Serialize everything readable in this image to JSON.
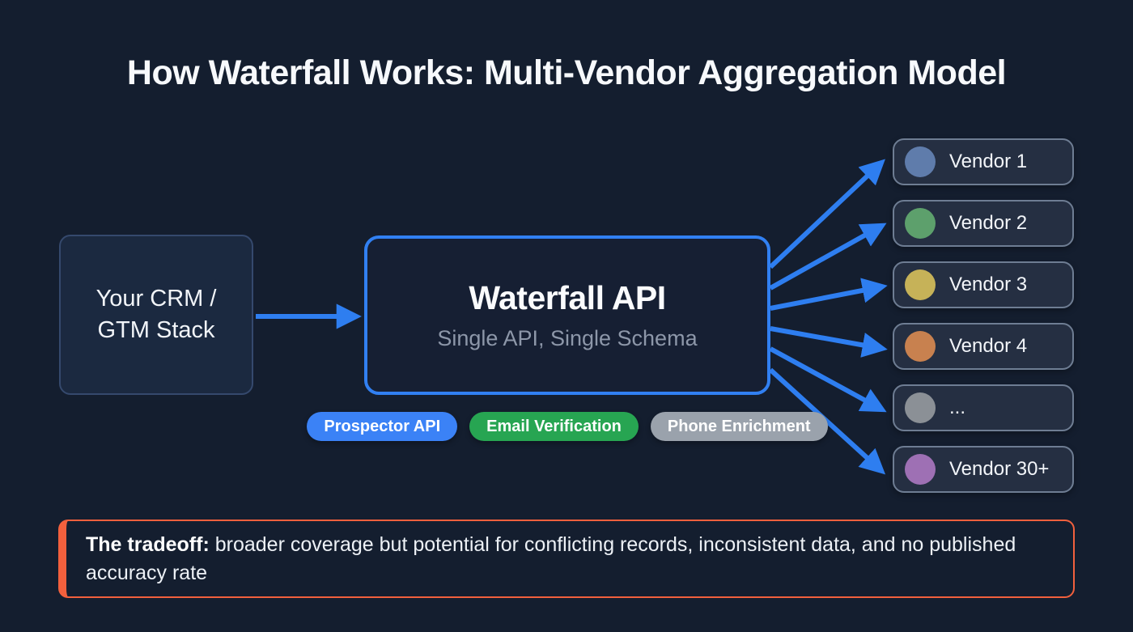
{
  "title": "How Waterfall Works: Multi-Vendor Aggregation Model",
  "source_box": {
    "label": "Your CRM / GTM Stack"
  },
  "waterfall_box": {
    "title": "Waterfall API",
    "subtitle": "Single API, Single Schema"
  },
  "capability_pills": [
    {
      "label": "Prospector API",
      "color": "#3b82f6"
    },
    {
      "label": "Email Verification",
      "color": "#27a552"
    },
    {
      "label": "Phone Enrichment",
      "color": "#9aa2ac"
    }
  ],
  "vendors": [
    {
      "label": "Vendor 1",
      "dot_color": "#5f7cab"
    },
    {
      "label": "Vendor 2",
      "dot_color": "#5da06c"
    },
    {
      "label": "Vendor 3",
      "dot_color": "#c6b258"
    },
    {
      "label": "Vendor 4",
      "dot_color": "#c8814f"
    },
    {
      "label": "...",
      "dot_color": "#8b9096"
    },
    {
      "label": "Vendor 30+",
      "dot_color": "#9e70b4"
    }
  ],
  "tradeoff": {
    "lead": "The tradeoff:",
    "text": "broader coverage but potential for conflicting records, inconsistent data, and no published accuracy rate"
  },
  "colors": {
    "background": "#141e2f",
    "arrow": "#2e7ef0",
    "waterfall_border": "#3180f2",
    "tradeoff_border": "#f2603d"
  }
}
